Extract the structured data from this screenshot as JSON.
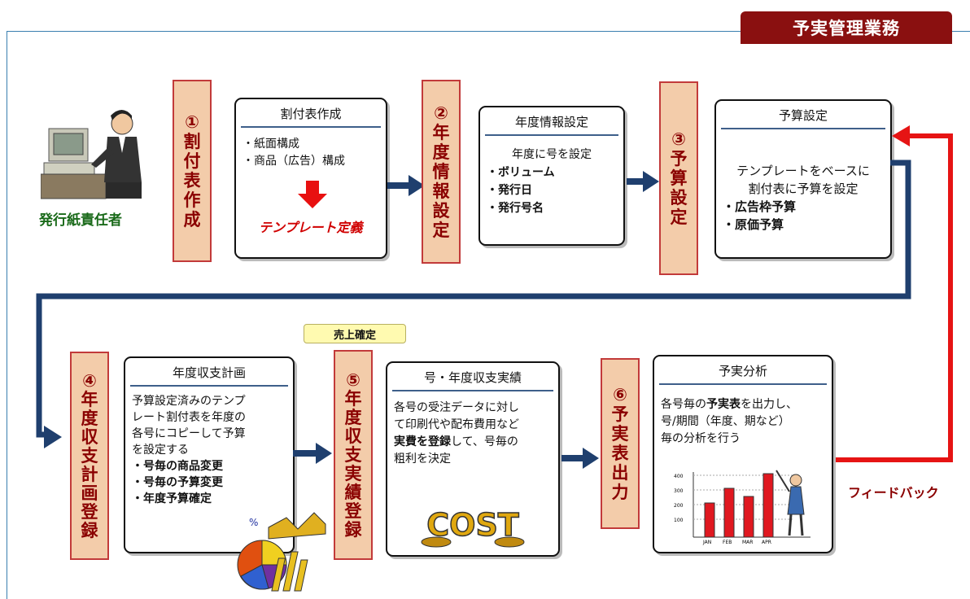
{
  "title": "予実管理業務",
  "role_label": "発行紙責任者",
  "steps": {
    "s1": [
      "①",
      "割",
      "付",
      "表",
      "作",
      "成"
    ],
    "s2": [
      "②",
      "年",
      "度",
      "情",
      "報",
      "設",
      "定"
    ],
    "s3": [
      "③",
      "予",
      "算",
      "設",
      "定"
    ],
    "s4": [
      "④",
      "年",
      "度",
      "収",
      "支",
      "計",
      "画",
      "登",
      "録"
    ],
    "s5": [
      "⑤",
      "年",
      "度",
      "収",
      "支",
      "実",
      "績",
      "登",
      "録"
    ],
    "s6": [
      "⑥",
      "予",
      "実",
      "表",
      "出",
      "力"
    ]
  },
  "box1": {
    "title": "割付表作成",
    "line1": "・紙面構成",
    "line2": "・商品（広告）構成",
    "template": "テンプレート定義"
  },
  "box2": {
    "title": "年度情報設定",
    "intro": "年度に号を設定",
    "items": [
      "・ボリューム",
      "・発行日",
      "・発行号名"
    ]
  },
  "box3": {
    "title": "予算設定",
    "intro1": "テンプレートをベースに",
    "intro2": "割付表に予算を設定",
    "items": [
      "・広告枠予算",
      "・原価予算"
    ]
  },
  "box4": {
    "title": "年度収支計画",
    "body": [
      "予算設定済みのテンプ",
      "レート割付表を年度の",
      "各号にコピーして予算",
      "を設定する"
    ],
    "items": [
      "・号毎の商品変更",
      "・号毎の予算変更",
      "・年度予算確定"
    ]
  },
  "box5": {
    "title": "号・年度収支実績",
    "body1": "各号の受注データに対し",
    "body2": "て印刷代や配布費用など",
    "body3_bold": "実費を登録",
    "body3_rest": "して、号毎の",
    "body4": "粗利を決定",
    "cost_art": "COST"
  },
  "box6": {
    "title": "予実分析",
    "body1_a": "各号毎の",
    "body1_bold": "予実表",
    "body1_b": "を出力し、",
    "body2": "号/期間（年度、期など）",
    "body3": "毎の分析を行う",
    "months": [
      "JAN",
      "FEB",
      "MAR",
      "APR"
    ],
    "yticks": [
      "400",
      "300",
      "200",
      "100"
    ]
  },
  "sales_badge": "売上確定",
  "feedback_label": "フィードバック",
  "colors": {
    "accent_dark_red": "#8a1010",
    "step_fill": "#f3ccaa",
    "arrow_blue": "#1f3f6e",
    "feedback_red": "#e61414"
  }
}
